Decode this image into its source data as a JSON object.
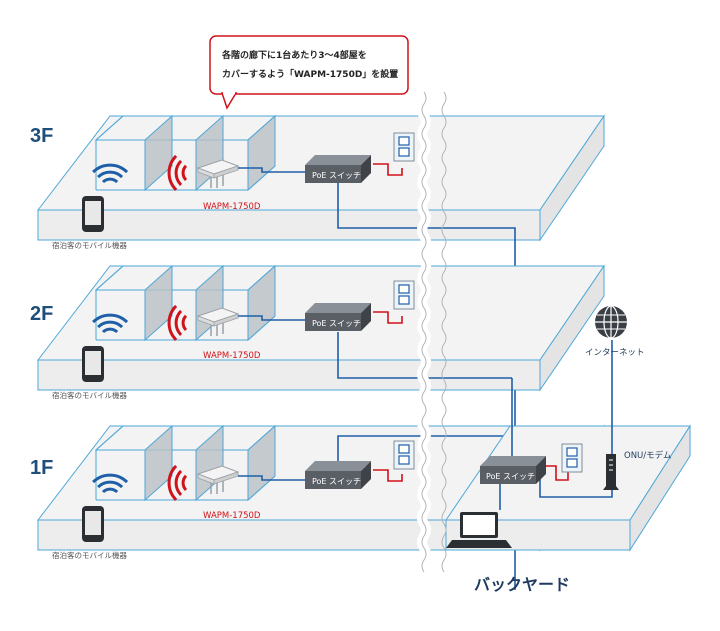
{
  "callout": {
    "line1": "各階の廊下に1台あたり3～4部屋を",
    "line2": "カバーするよう「WAPM-1750D」を設置"
  },
  "floors": [
    {
      "label": "3F",
      "switch_label": "PoE スイッチ",
      "ap_label": "WAPM-1750D",
      "device_label": "宿泊客のモバイル機器"
    },
    {
      "label": "2F",
      "switch_label": "PoE スイッチ",
      "ap_label": "WAPM-1750D",
      "device_label": "宿泊客のモバイル機器"
    },
    {
      "label": "1F",
      "switch_label": "PoE スイッチ",
      "ap_label": "WAPM-1750D",
      "device_label": "宿泊客のモバイル機器"
    }
  ],
  "backyard": {
    "title": "バックヤード",
    "switch_label": "PoE スイッチ",
    "internet_label": "インターネット",
    "onu_label": "ONU/モデム"
  },
  "colors": {
    "floor_stroke": "#4ea7d8",
    "floor_fill": "#f2f2f2",
    "cable_blue": "#1f5fa8",
    "cable_red": "#d0121b",
    "switch_body": "#5a5f66",
    "label_navy": "#1f4e79"
  },
  "icons": {
    "wifi": "wifi-arc-icon",
    "phone": "smartphone-icon",
    "ap": "access-point-icon",
    "switch": "poe-switch-icon",
    "outlet": "lan-outlet-icon",
    "globe": "globe-icon",
    "laptop": "laptop-icon",
    "modem": "modem-icon"
  }
}
